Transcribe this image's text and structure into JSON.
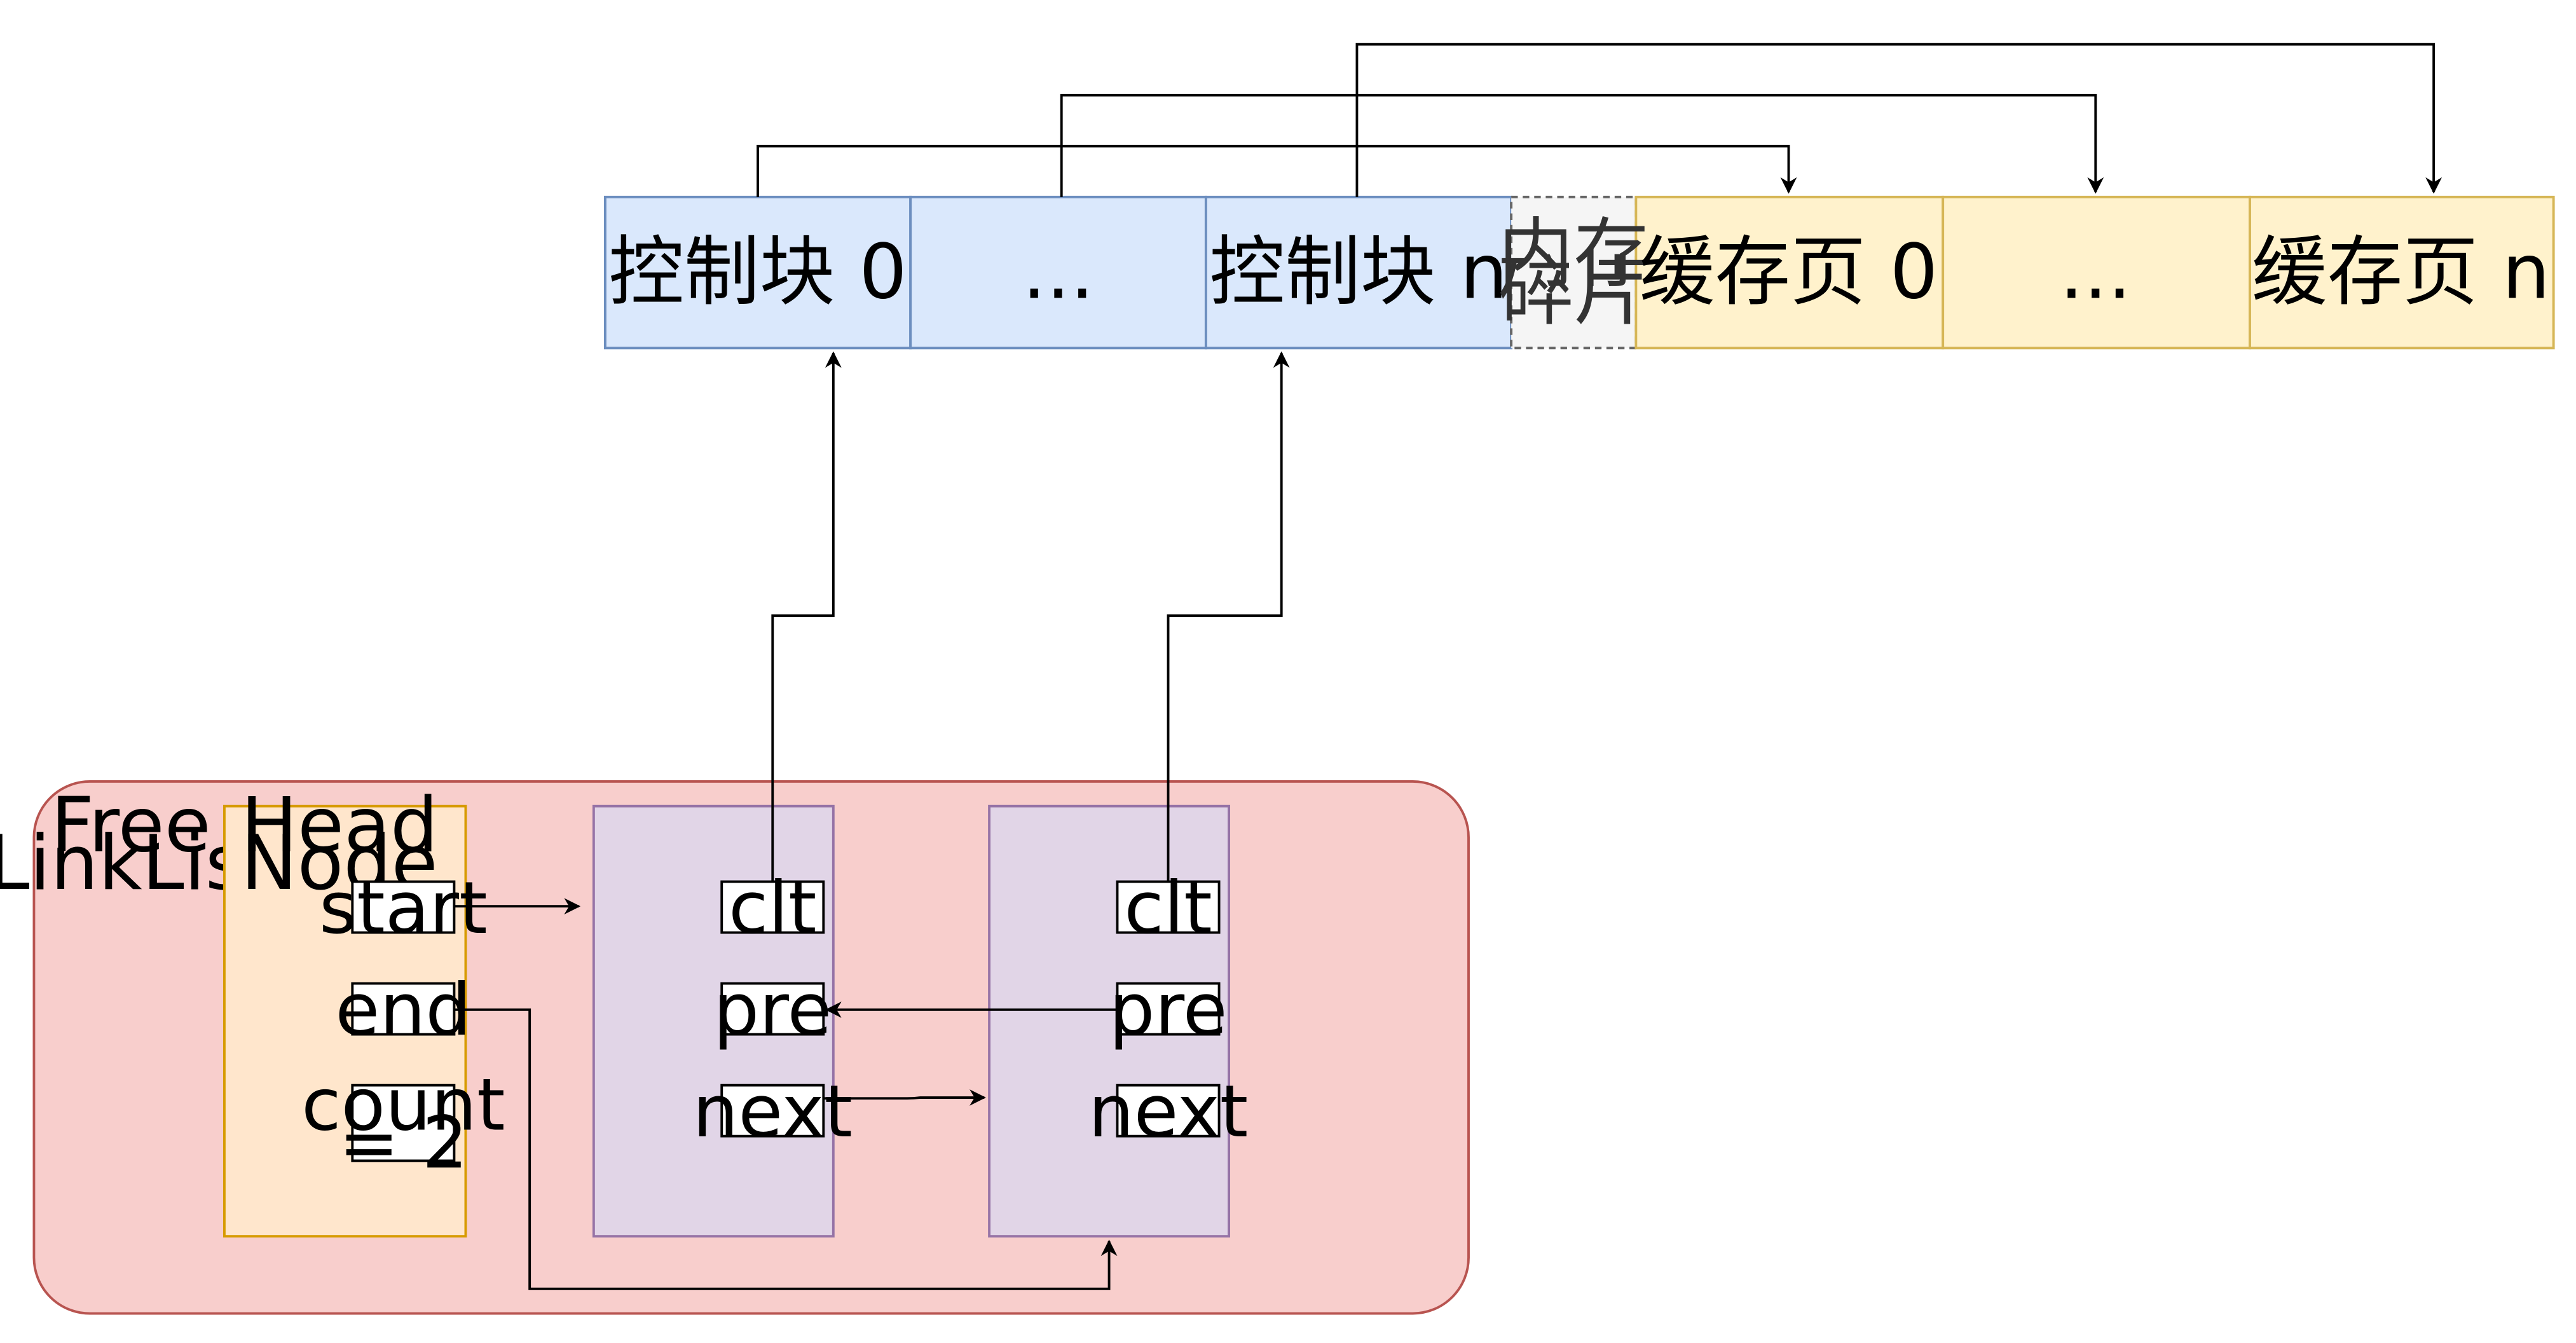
{
  "memory_layout": {
    "control_blocks": [
      {
        "label": "控制块 0"
      },
      {
        "label": "..."
      },
      {
        "label": "控制块 n"
      }
    ],
    "fragment": {
      "line1": "内存",
      "line2": "碎片"
    },
    "cache_pages": [
      {
        "label": "缓存页 0"
      },
      {
        "label": "..."
      },
      {
        "label": "缓存页 n"
      }
    ]
  },
  "free_list": {
    "title_line1": "Free",
    "title_line2": "LinkList",
    "head_node": {
      "title_line1": "Head",
      "title_line2": "Node",
      "fields": {
        "start": "start",
        "end": "end",
        "count_line1": "count",
        "count_line2": "= 2"
      }
    },
    "nodes": [
      {
        "clt": "clt",
        "pre": "pre",
        "next": "next"
      },
      {
        "clt": "clt",
        "pre": "pre",
        "next": "next"
      }
    ]
  },
  "colors": {
    "control_block_fill": "#dae8fc",
    "control_block_stroke": "#6c8ebf",
    "cache_page_fill": "#fff2cc",
    "cache_page_stroke": "#d6b656",
    "fragment_fill": "#f5f5f5",
    "fragment_stroke": "#666666",
    "container_fill": "#f8cecc",
    "container_stroke": "#b85450",
    "head_node_fill": "#ffe6cc",
    "head_node_stroke": "#d79b00",
    "node_fill": "#e1d5e7",
    "node_stroke": "#9673a6",
    "field_fill": "#ffffff",
    "arrow": "#000000"
  }
}
